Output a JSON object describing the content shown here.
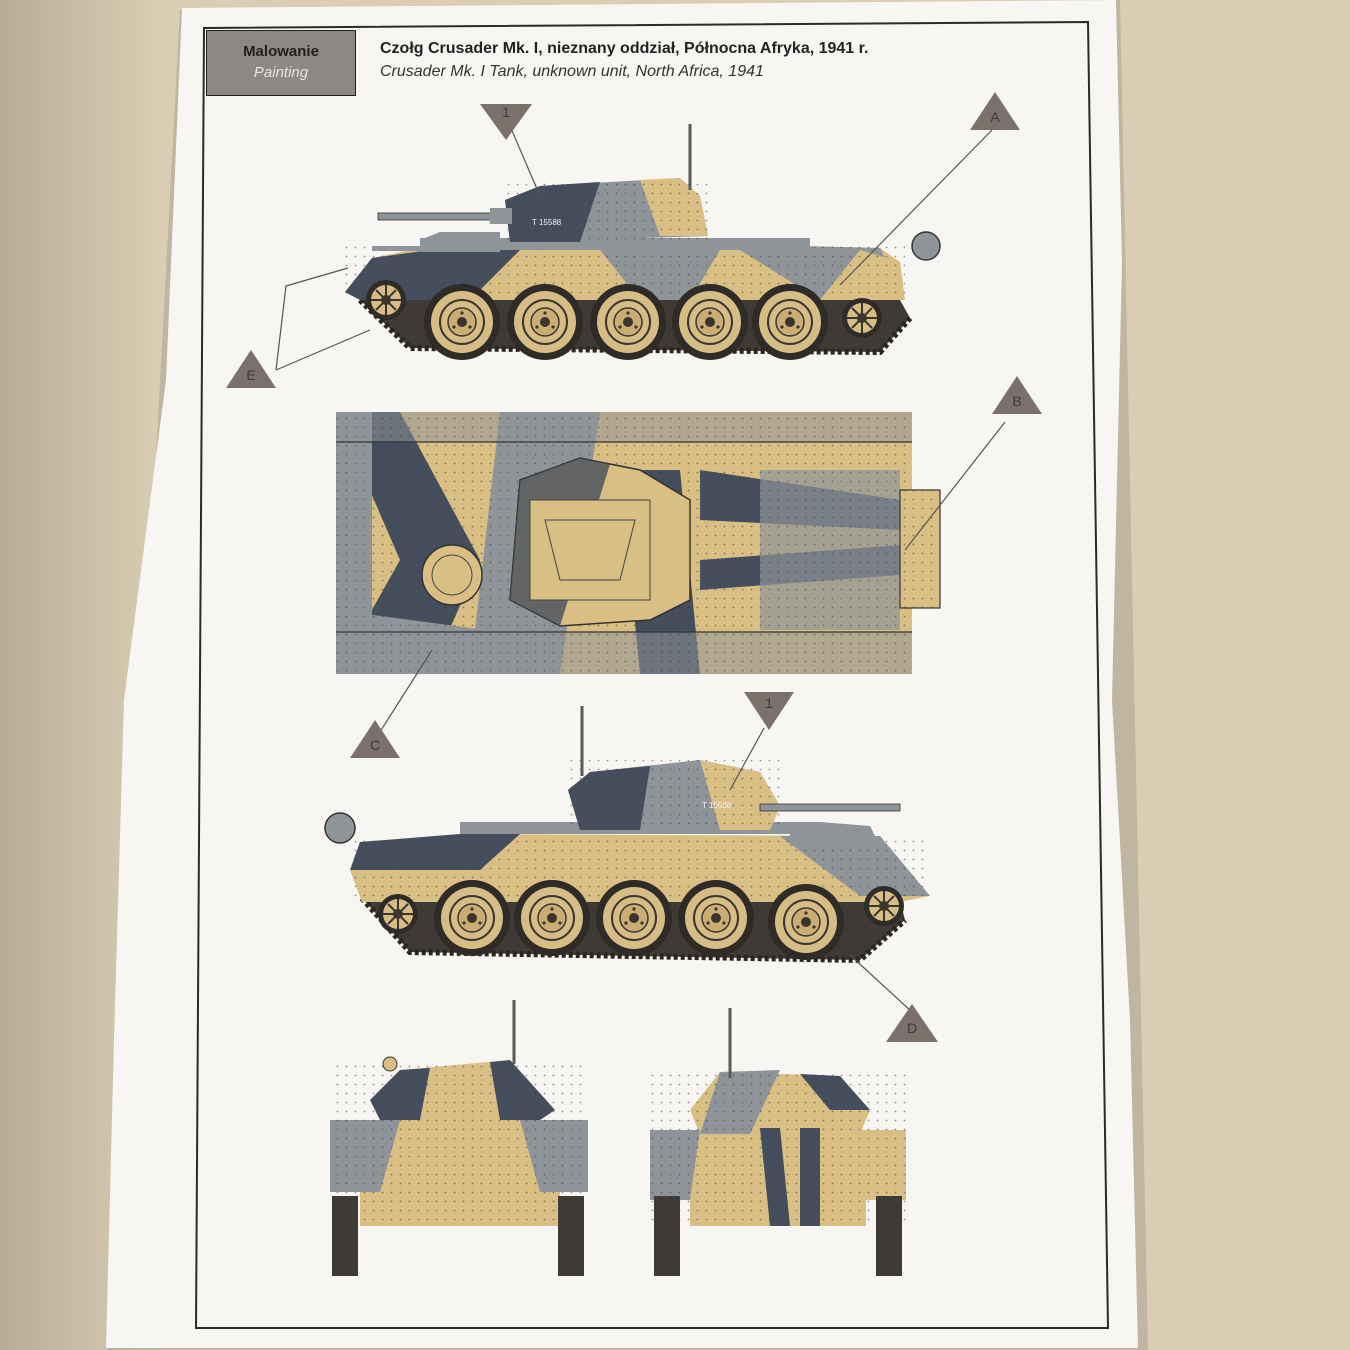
{
  "header": {
    "section_pl": "Malowanie",
    "section_en": "Painting",
    "title_pl": "Czołg Crusader Mk. I, nieznany oddział, Północna Afryka, 1941 r.",
    "title_en": "Crusader Mk. I Tank, unknown unit, North Africa, 1941"
  },
  "callouts": [
    "1",
    "A",
    "E",
    "B",
    "C",
    "1",
    "D"
  ],
  "tank_serial": "T 15588",
  "colors": {
    "sand": "#d9bf84",
    "grey": "#8f9498",
    "slate": "#454e5d",
    "track": "#3e3a35",
    "callout_fill": "#7b706b",
    "badge_fill": "#8e8884"
  },
  "icons": [
    "callout-triangle",
    "road-wheel",
    "track-link"
  ]
}
